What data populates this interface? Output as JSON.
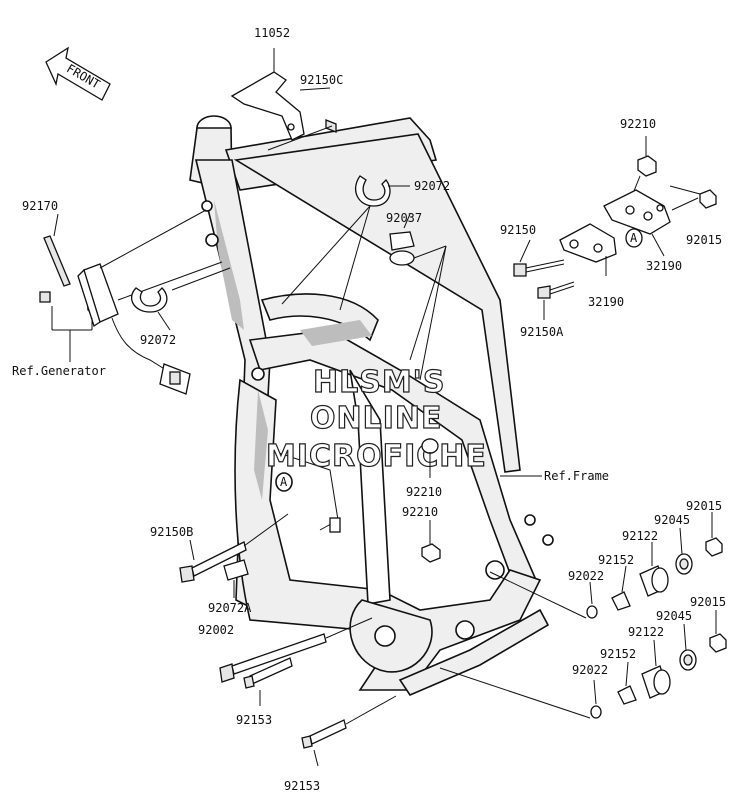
{
  "direction_arrow": {
    "label": "FRONT"
  },
  "watermark": {
    "lines": [
      "HLSM'S",
      "ONLINE",
      "MICROFICHE"
    ]
  },
  "references": {
    "generator": "Ref.Generator",
    "frame": "Ref.Frame"
  },
  "callout_marker": "A",
  "part_numbers": {
    "p11052": "11052",
    "p92150C": "92150C",
    "p92072_top": "92072",
    "p92037": "92037",
    "p92170": "92170",
    "p92072_left": "92072",
    "p92210_top": "92210",
    "p92150": "92150",
    "p92015_top": "92015",
    "p32190_a": "32190",
    "p32190_b": "32190",
    "p92150A": "92150A",
    "p92210_mid": "92210",
    "p92210_low": "92210",
    "p92150B": "92150B",
    "p92072A": "92072A",
    "p92002": "92002",
    "p92153_a": "92153",
    "p92153_b": "92153",
    "p92015_r1": "92015",
    "p92045_a": "92045",
    "p92122_a": "92122",
    "p92152_a": "92152",
    "p92022_a": "92022",
    "p92015_r2": "92015",
    "p92045_b": "92045",
    "p92122_b": "92122",
    "p92152_b": "92152",
    "p92022_b": "92022"
  }
}
